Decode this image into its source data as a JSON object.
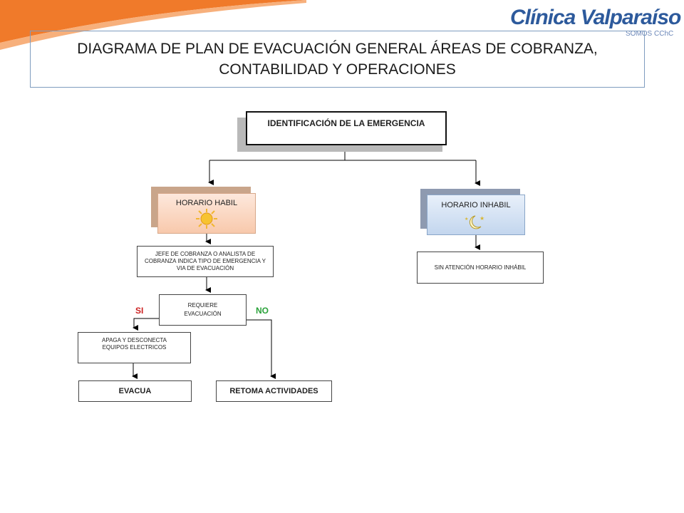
{
  "logo": {
    "name": "Clínica Valparaíso",
    "tagline": "SOMOS CChC"
  },
  "title": {
    "line1": "DIAGRAMA DE PLAN DE EVACUACIÓN GENERAL ÁREAS DE COBRANZA,",
    "line2": "CONTABILIDAD Y OPERACIONES"
  },
  "nodes": {
    "identificacion": "IDENTIFICACIÓN DE LA EMERGENCIA",
    "horario_habil": "HORARIO HABIL",
    "horario_inhabil": "HORARIO INHABIL",
    "jefe": "JEFE DE COBRANZA O ANALISTA DE COBRANZA INDICA TIPO DE EMERGENCIA Y VIA DE EVACUACIÓN",
    "sin_atencion": "SIN ATENCIÓN HORARIO INHÁBIL",
    "requiere": "REQUIERE EVACUACIÓN",
    "apaga": "APAGA Y DESCONECTA EQUIPOS ELECTRICOS",
    "evacua": "EVACUA",
    "retoma": "RETOMA ACTIVIDADES"
  },
  "labels": {
    "si": "SI",
    "no": "NO"
  },
  "icons": {
    "day": "sun-icon",
    "night": "moon-stars-icon"
  },
  "colors": {
    "brand": "#2d5a9c",
    "swoosh": "#f07a2a",
    "si": "#cc2222",
    "no": "#2aa23a"
  }
}
